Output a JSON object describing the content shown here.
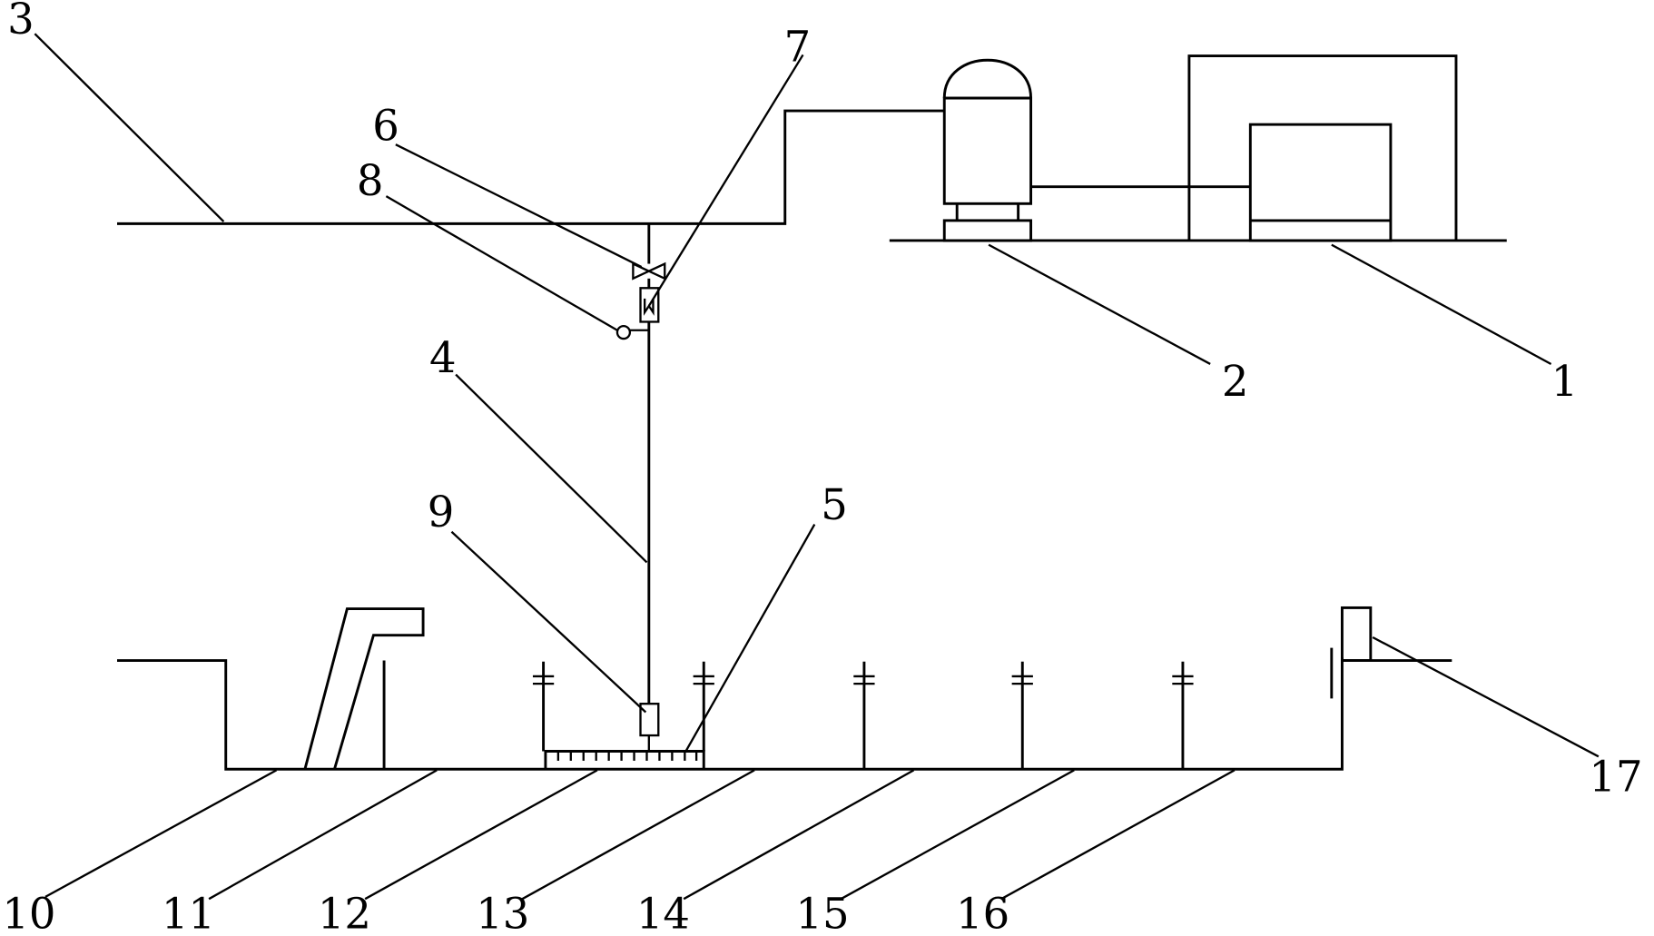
{
  "labels": {
    "1": "1",
    "2": "2",
    "3": "3",
    "4": "4",
    "5": "5",
    "6": "6",
    "7": "7",
    "8": "8",
    "9": "9",
    "10": "10",
    "11": "11",
    "12": "12",
    "13": "13",
    "14": "14",
    "15": "15",
    "16": "16",
    "17": "17"
  },
  "colors": {
    "line": "#000000",
    "background": "#ffffff"
  }
}
